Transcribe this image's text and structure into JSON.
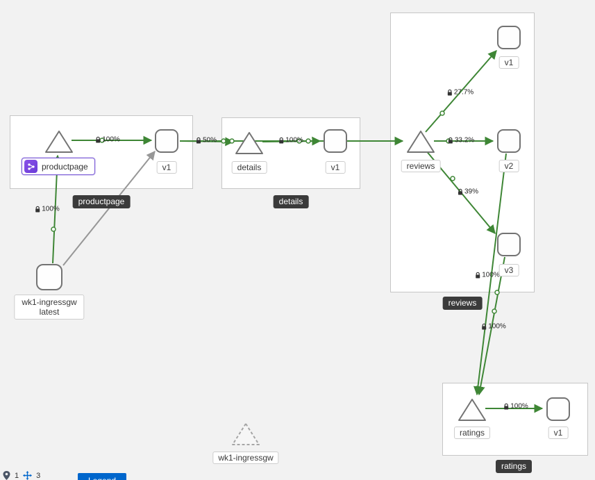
{
  "graph": {
    "nodes": {
      "productpage_app": {
        "label": "productpage"
      },
      "productpage_v1": {
        "label": "v1"
      },
      "details_service": {
        "label": "details"
      },
      "details_v1": {
        "label": "v1"
      },
      "reviews_service": {
        "label": "reviews"
      },
      "reviews_v1": {
        "label": "v1"
      },
      "reviews_v2": {
        "label": "v2"
      },
      "reviews_v3": {
        "label": "v3"
      },
      "ratings_service": {
        "label": "ratings"
      },
      "ratings_v1": {
        "label": "v1"
      },
      "ingress_workload": {
        "name": "wk1-ingressgw",
        "version": "latest"
      },
      "ingress_service": {
        "label": "wk1-ingressgw"
      }
    },
    "group_badges": {
      "productpage": "productpage",
      "details": "details",
      "reviews": "reviews",
      "ratings": "ratings"
    },
    "edge_labels": {
      "pp_to_v1": "100%",
      "ppv1_to_details": "50%",
      "details_to_v1": "100%",
      "reviews_to_v1": "27.7%",
      "reviews_to_v2": "33.2%",
      "reviews_to_v3": "39%",
      "v2_to_ratings": "100%",
      "v3_to_ratings": "100%",
      "ratings_to_v1": "100%",
      "ingress_to_pp": "100%"
    }
  },
  "toolbar": {
    "badge1_count": "1",
    "badge2_count": "3",
    "legend_label": "Legend"
  },
  "colors": {
    "edge_green": "#3e8635",
    "edge_gray": "#979797",
    "selected_purple": "#7a5bd6",
    "badge_bg": "#3b3b3b",
    "canvas_bg": "#f2f2f2"
  }
}
